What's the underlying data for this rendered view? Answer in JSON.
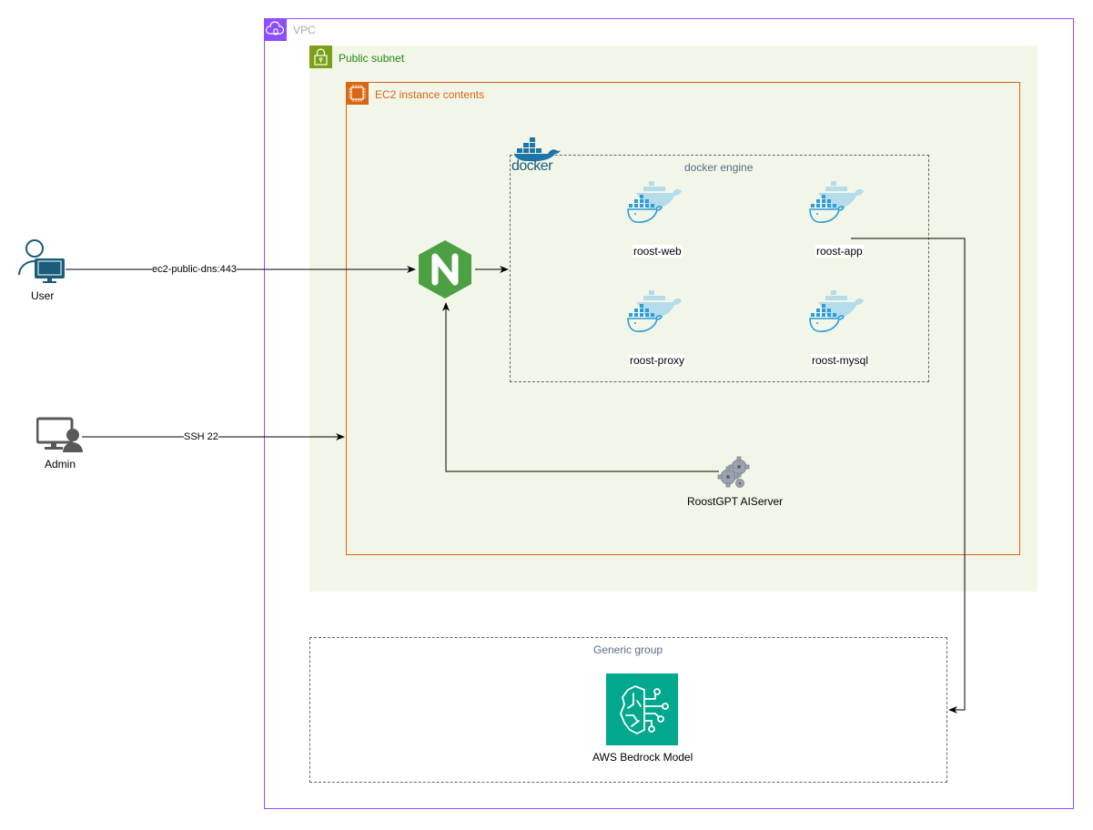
{
  "groups": {
    "vpc": {
      "label": "VPC",
      "color": "#8C4FFF"
    },
    "public_subnet": {
      "label": "Public subnet",
      "color": "#7AA116"
    },
    "ec2": {
      "label": "EC2 instance contents",
      "color": "#D86613"
    },
    "docker_engine": {
      "label": "docker engine"
    },
    "generic_group": {
      "label": "Generic group"
    }
  },
  "actors": {
    "user": {
      "label": "User",
      "icon": "user-with-monitor-icon"
    },
    "admin": {
      "label": "Admin",
      "icon": "admin-monitor-icon"
    }
  },
  "nodes": {
    "nginx": {
      "label": "N",
      "icon": "nginx-icon",
      "color": "#4CA043"
    },
    "docker_logo": {
      "label": "docker",
      "icon": "docker-logo-icon"
    },
    "containers": [
      {
        "label": "roost-web",
        "icon": "docker-container-icon"
      },
      {
        "label": "roost-app",
        "icon": "docker-container-icon"
      },
      {
        "label": "roost-proxy",
        "icon": "docker-container-icon"
      },
      {
        "label": "roost-mysql",
        "icon": "docker-container-icon"
      }
    ],
    "aiserver": {
      "label": "RoostGPT AIServer",
      "icon": "gears-icon"
    },
    "bedrock": {
      "label": "AWS Bedrock Model",
      "icon": "bedrock-brain-icon",
      "color": "#01A88D"
    }
  },
  "edges": {
    "user_to_nginx": {
      "label": "ec2-public-dns:443"
    },
    "admin_to_ec2": {
      "label": "SSH 22"
    }
  }
}
